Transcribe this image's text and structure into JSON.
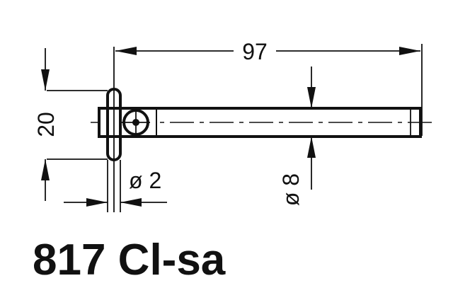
{
  "dimensions": {
    "length": "97",
    "height": "20",
    "pin_diameter": "ø 2",
    "rod_diameter": "ø 8"
  },
  "product_code": "817 Cl-sa"
}
